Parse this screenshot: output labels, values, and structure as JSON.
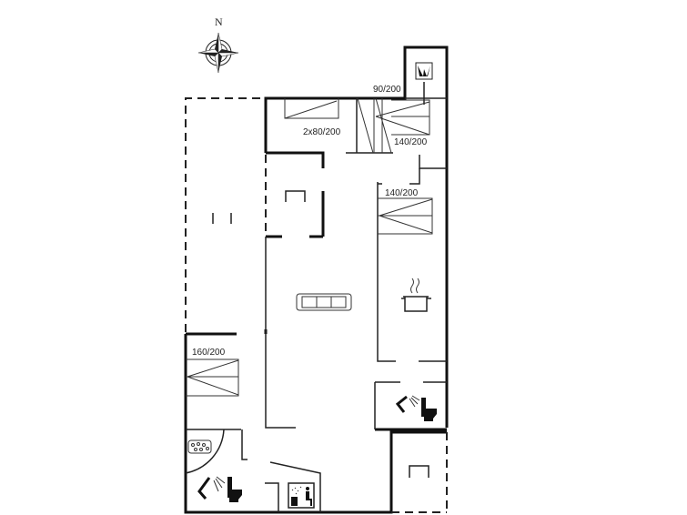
{
  "compass": {
    "north_label": "N"
  },
  "beds": [
    {
      "label": "90/200"
    },
    {
      "label": "2x80/200"
    },
    {
      "label": "140/200"
    },
    {
      "label": "140/200"
    },
    {
      "label": "160/200"
    }
  ],
  "icons": [
    "compass-icon",
    "fireplace-icon",
    "sofa-icon",
    "cooking-pot-icon",
    "shower-icon",
    "toilet-icon",
    "spa-bath-icon",
    "sauna-icon",
    "table-icon"
  ]
}
